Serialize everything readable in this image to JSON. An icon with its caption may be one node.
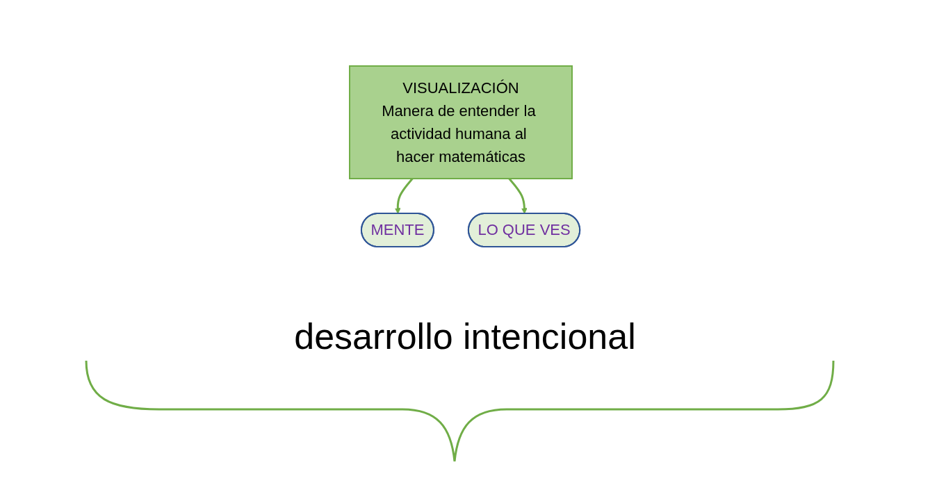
{
  "diagram": {
    "nodes": [
      {
        "text": [
          "MENTE"
        ]
      },
      {
        "text": [
          "VISUALIZACIÓN",
          "Manera de entender la actividad humana al hacer matemáticas"
        ]
      },
      {
        "text": [
          "LO QUE VES"
        ]
      }
    ],
    "edges": [
      {
        "from": 1,
        "to": 0,
        "arrow": "to"
      },
      {
        "from": 1,
        "to": 2,
        "arrow": "to"
      }
    ],
    "labels": [
      "desarrollo intencional"
    ]
  }
}
